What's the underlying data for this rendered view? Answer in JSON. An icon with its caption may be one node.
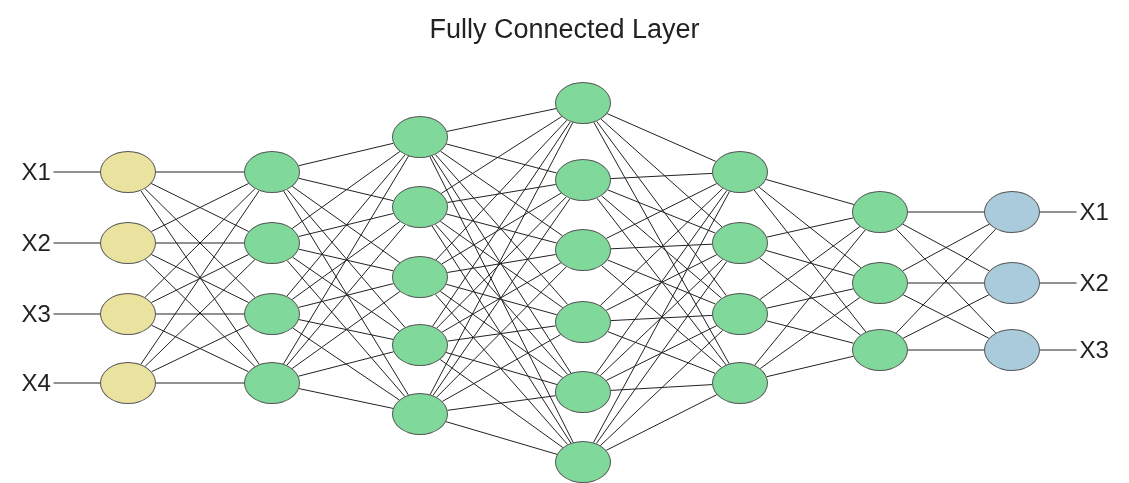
{
  "diagram": {
    "title": "Fully Connected Layer",
    "nodes": [
      {
        "text": [
          "X1"
        ]
      },
      {
        "text": [
          "X2"
        ]
      },
      {
        "text": [
          "X3"
        ]
      },
      {
        "text": [
          "X4"
        ]
      },
      {
        "text": [],
        "shape": "circle"
      },
      {
        "text": [],
        "shape": "circle"
      },
      {
        "text": [],
        "shape": "circle"
      },
      {
        "text": [],
        "shape": "circle"
      },
      {
        "text": [],
        "shape": "circle"
      },
      {
        "text": [],
        "shape": "circle"
      },
      {
        "text": [],
        "shape": "circle"
      },
      {
        "text": [],
        "shape": "circle"
      },
      {
        "text": [],
        "shape": "circle"
      },
      {
        "text": [],
        "shape": "circle"
      },
      {
        "text": [],
        "shape": "circle"
      },
      {
        "text": [],
        "shape": "circle"
      },
      {
        "text": [],
        "shape": "circle"
      },
      {
        "text": [],
        "shape": "circle"
      },
      {
        "text": [],
        "shape": "circle"
      },
      {
        "text": [],
        "shape": "circle"
      },
      {
        "text": [],
        "shape": "circle"
      },
      {
        "text": [],
        "shape": "circle"
      },
      {
        "text": [],
        "shape": "circle"
      },
      {
        "text": [],
        "shape": "circle"
      },
      {
        "text": [],
        "shape": "circle"
      },
      {
        "text": [],
        "shape": "circle"
      },
      {
        "text": [],
        "shape": "circle"
      },
      {
        "text": [],
        "shape": "circle"
      },
      {
        "text": [],
        "shape": "circle"
      },
      {
        "text": [],
        "shape": "circle"
      },
      {
        "text": [],
        "shape": "circle"
      },
      {
        "text": [],
        "shape": "circle"
      },
      {
        "text": [],
        "shape": "circle"
      },
      {
        "text": [
          "X1"
        ]
      },
      {
        "text": [
          "X2"
        ]
      },
      {
        "text": [
          "X3"
        ]
      }
    ],
    "edges": [
      {
        "from": 0,
        "to": 4,
        "arrow": "none"
      },
      {
        "from": 1,
        "to": 5,
        "arrow": "none"
      },
      {
        "from": 2,
        "to": 6,
        "arrow": "none"
      },
      {
        "from": 3,
        "to": 7,
        "arrow": "none"
      },
      {
        "from": 4,
        "to": 8,
        "arrow": "none"
      },
      {
        "from": 4,
        "to": 9,
        "arrow": "none"
      },
      {
        "from": 4,
        "to": 10,
        "arrow": "none"
      },
      {
        "from": 4,
        "to": 11,
        "arrow": "none"
      },
      {
        "from": 5,
        "to": 8,
        "arrow": "none"
      },
      {
        "from": 5,
        "to": 9,
        "arrow": "none"
      },
      {
        "from": 5,
        "to": 10,
        "arrow": "none"
      },
      {
        "from": 5,
        "to": 11,
        "arrow": "none"
      },
      {
        "from": 6,
        "to": 8,
        "arrow": "none"
      },
      {
        "from": 6,
        "to": 9,
        "arrow": "none"
      },
      {
        "from": 6,
        "to": 10,
        "arrow": "none"
      },
      {
        "from": 6,
        "to": 11,
        "arrow": "none"
      },
      {
        "from": 7,
        "to": 8,
        "arrow": "none"
      },
      {
        "from": 7,
        "to": 9,
        "arrow": "none"
      },
      {
        "from": 7,
        "to": 10,
        "arrow": "none"
      },
      {
        "from": 7,
        "to": 11,
        "arrow": "none"
      },
      {
        "from": 8,
        "to": 12,
        "arrow": "none"
      },
      {
        "from": 8,
        "to": 13,
        "arrow": "none"
      },
      {
        "from": 8,
        "to": 14,
        "arrow": "none"
      },
      {
        "from": 8,
        "to": 15,
        "arrow": "none"
      },
      {
        "from": 8,
        "to": 16,
        "arrow": "none"
      },
      {
        "from": 9,
        "to": 12,
        "arrow": "none"
      },
      {
        "from": 9,
        "to": 13,
        "arrow": "none"
      },
      {
        "from": 9,
        "to": 14,
        "arrow": "none"
      },
      {
        "from": 9,
        "to": 15,
        "arrow": "none"
      },
      {
        "from": 9,
        "to": 16,
        "arrow": "none"
      },
      {
        "from": 10,
        "to": 12,
        "arrow": "none"
      },
      {
        "from": 10,
        "to": 13,
        "arrow": "none"
      },
      {
        "from": 10,
        "to": 14,
        "arrow": "none"
      },
      {
        "from": 10,
        "to": 15,
        "arrow": "none"
      },
      {
        "from": 10,
        "to": 16,
        "arrow": "none"
      },
      {
        "from": 11,
        "to": 12,
        "arrow": "none"
      },
      {
        "from": 11,
        "to": 13,
        "arrow": "none"
      },
      {
        "from": 11,
        "to": 14,
        "arrow": "none"
      },
      {
        "from": 11,
        "to": 15,
        "arrow": "none"
      },
      {
        "from": 11,
        "to": 16,
        "arrow": "none"
      },
      {
        "from": 12,
        "to": 17,
        "arrow": "none"
      },
      {
        "from": 12,
        "to": 18,
        "arrow": "none"
      },
      {
        "from": 12,
        "to": 19,
        "arrow": "none"
      },
      {
        "from": 12,
        "to": 20,
        "arrow": "none"
      },
      {
        "from": 12,
        "to": 21,
        "arrow": "none"
      },
      {
        "from": 12,
        "to": 22,
        "arrow": "none"
      },
      {
        "from": 13,
        "to": 17,
        "arrow": "none"
      },
      {
        "from": 13,
        "to": 18,
        "arrow": "none"
      },
      {
        "from": 13,
        "to": 19,
        "arrow": "none"
      },
      {
        "from": 13,
        "to": 20,
        "arrow": "none"
      },
      {
        "from": 13,
        "to": 21,
        "arrow": "none"
      },
      {
        "from": 13,
        "to": 22,
        "arrow": "none"
      },
      {
        "from": 14,
        "to": 17,
        "arrow": "none"
      },
      {
        "from": 14,
        "to": 18,
        "arrow": "none"
      },
      {
        "from": 14,
        "to": 19,
        "arrow": "none"
      },
      {
        "from": 14,
        "to": 20,
        "arrow": "none"
      },
      {
        "from": 14,
        "to": 21,
        "arrow": "none"
      },
      {
        "from": 14,
        "to": 22,
        "arrow": "none"
      },
      {
        "from": 15,
        "to": 17,
        "arrow": "none"
      },
      {
        "from": 15,
        "to": 18,
        "arrow": "none"
      },
      {
        "from": 15,
        "to": 19,
        "arrow": "none"
      },
      {
        "from": 15,
        "to": 20,
        "arrow": "none"
      },
      {
        "from": 15,
        "to": 21,
        "arrow": "none"
      },
      {
        "from": 15,
        "to": 22,
        "arrow": "none"
      },
      {
        "from": 16,
        "to": 17,
        "arrow": "none"
      },
      {
        "from": 16,
        "to": 18,
        "arrow": "none"
      },
      {
        "from": 16,
        "to": 19,
        "arrow": "none"
      },
      {
        "from": 16,
        "to": 20,
        "arrow": "none"
      },
      {
        "from": 16,
        "to": 21,
        "arrow": "none"
      },
      {
        "from": 16,
        "to": 22,
        "arrow": "none"
      },
      {
        "from": 17,
        "to": 23,
        "arrow": "none"
      },
      {
        "from": 17,
        "to": 24,
        "arrow": "none"
      },
      {
        "from": 17,
        "to": 25,
        "arrow": "none"
      },
      {
        "from": 17,
        "to": 26,
        "arrow": "none"
      },
      {
        "from": 18,
        "to": 23,
        "arrow": "none"
      },
      {
        "from": 18,
        "to": 24,
        "arrow": "none"
      },
      {
        "from": 18,
        "to": 25,
        "arrow": "none"
      },
      {
        "from": 18,
        "to": 26,
        "arrow": "none"
      },
      {
        "from": 19,
        "to": 23,
        "arrow": "none"
      },
      {
        "from": 19,
        "to": 24,
        "arrow": "none"
      },
      {
        "from": 19,
        "to": 25,
        "arrow": "none"
      },
      {
        "from": 19,
        "to": 26,
        "arrow": "none"
      },
      {
        "from": 20,
        "to": 23,
        "arrow": "none"
      },
      {
        "from": 20,
        "to": 24,
        "arrow": "none"
      },
      {
        "from": 20,
        "to": 25,
        "arrow": "none"
      },
      {
        "from": 20,
        "to": 26,
        "arrow": "none"
      },
      {
        "from": 21,
        "to": 23,
        "arrow": "none"
      },
      {
        "from": 21,
        "to": 24,
        "arrow": "none"
      },
      {
        "from": 21,
        "to": 25,
        "arrow": "none"
      },
      {
        "from": 21,
        "to": 26,
        "arrow": "none"
      },
      {
        "from": 22,
        "to": 23,
        "arrow": "none"
      },
      {
        "from": 22,
        "to": 24,
        "arrow": "none"
      },
      {
        "from": 22,
        "to": 25,
        "arrow": "none"
      },
      {
        "from": 22,
        "to": 26,
        "arrow": "none"
      },
      {
        "from": 23,
        "to": 27,
        "arrow": "none"
      },
      {
        "from": 23,
        "to": 28,
        "arrow": "none"
      },
      {
        "from": 23,
        "to": 29,
        "arrow": "none"
      },
      {
        "from": 24,
        "to": 27,
        "arrow": "none"
      },
      {
        "from": 24,
        "to": 28,
        "arrow": "none"
      },
      {
        "from": 24,
        "to": 29,
        "arrow": "none"
      },
      {
        "from": 25,
        "to": 27,
        "arrow": "none"
      },
      {
        "from": 25,
        "to": 28,
        "arrow": "none"
      },
      {
        "from": 25,
        "to": 29,
        "arrow": "none"
      },
      {
        "from": 26,
        "to": 27,
        "arrow": "none"
      },
      {
        "from": 26,
        "to": 28,
        "arrow": "none"
      },
      {
        "from": 26,
        "to": 29,
        "arrow": "none"
      },
      {
        "from": 27,
        "to": 30,
        "arrow": "none"
      },
      {
        "from": 27,
        "to": 31,
        "arrow": "none"
      },
      {
        "from": 27,
        "to": 32,
        "arrow": "none"
      },
      {
        "from": 28,
        "to": 30,
        "arrow": "none"
      },
      {
        "from": 28,
        "to": 31,
        "arrow": "none"
      },
      {
        "from": 28,
        "to": 32,
        "arrow": "none"
      },
      {
        "from": 29,
        "to": 30,
        "arrow": "none"
      },
      {
        "from": 29,
        "to": 31,
        "arrow": "none"
      },
      {
        "from": 29,
        "to": 32,
        "arrow": "none"
      },
      {
        "from": 30,
        "to": 33,
        "arrow": "none"
      },
      {
        "from": 31,
        "to": 34,
        "arrow": "none"
      },
      {
        "from": 32,
        "to": 35,
        "arrow": "none"
      }
    ]
  }
}
